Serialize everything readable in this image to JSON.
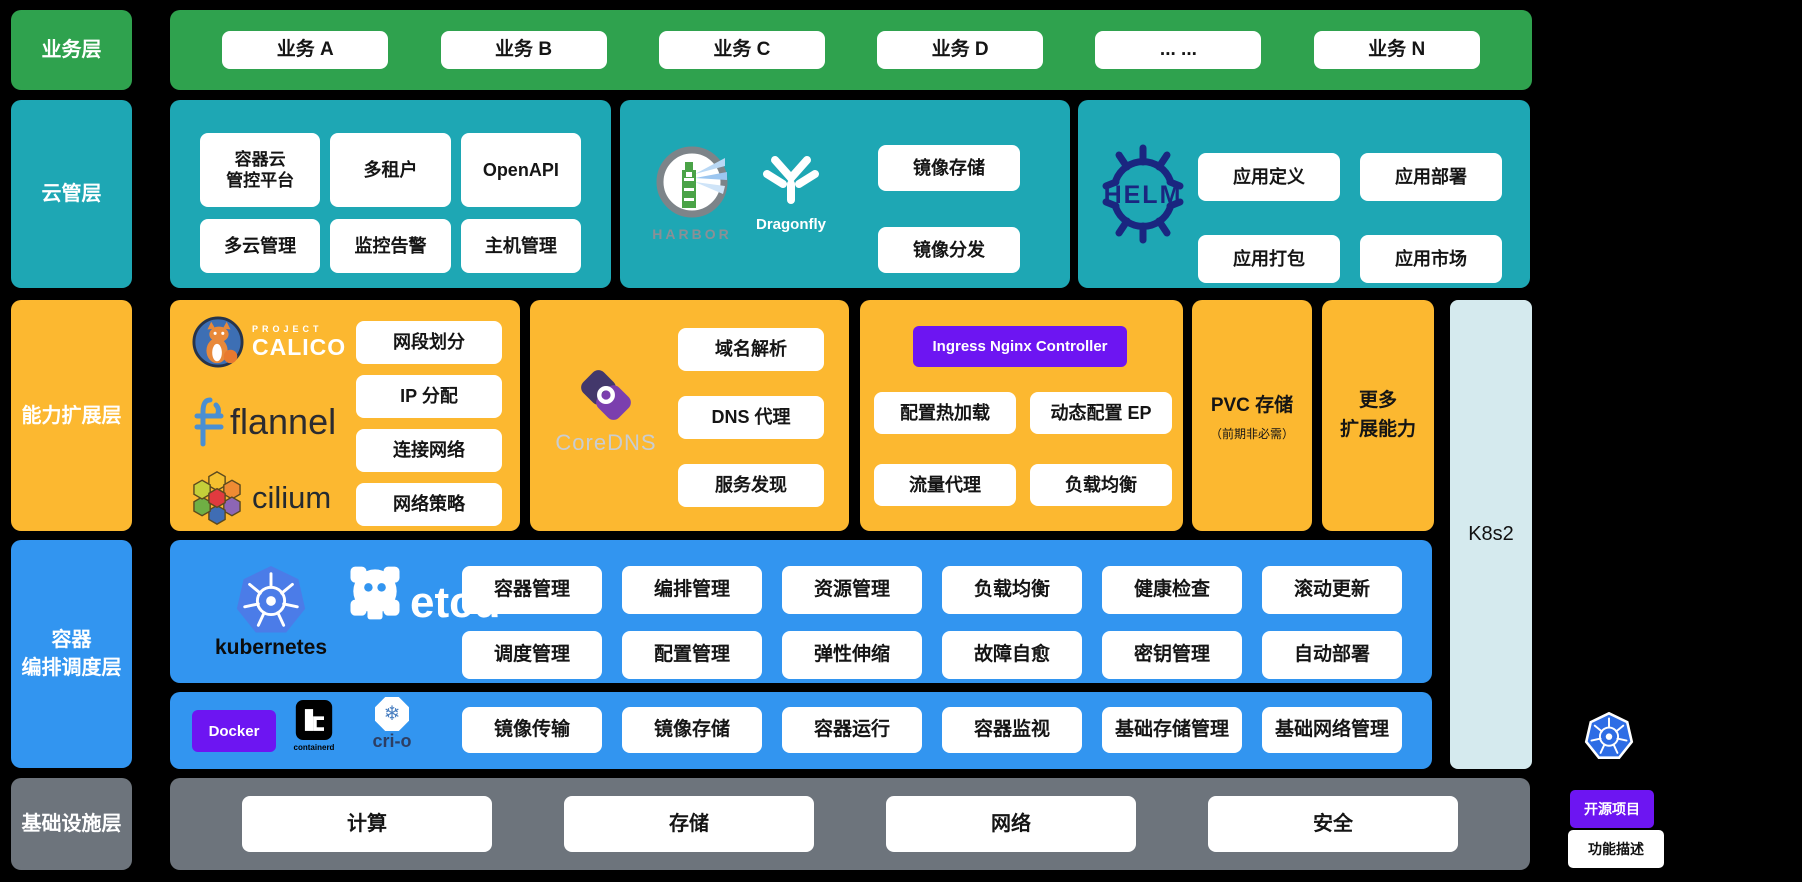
{
  "colors": {
    "green": "#2fa24e",
    "teal": "#1ea7b4",
    "orange": "#fcb830",
    "blue": "#3295f0",
    "gray": "#6d747c",
    "purple": "#6d15f2",
    "light_blue": "#d5eaee",
    "helm_navy": "#1a2680"
  },
  "layer_labels": {
    "business": "业务层",
    "cloud": "云管层",
    "extension": "能力扩展层",
    "orchestration": "容器\n编排调度层",
    "infrastructure": "基础设施层"
  },
  "business_row": {
    "items": [
      "业务 A",
      "业务 B",
      "业务 C",
      "业务 D",
      "... ...",
      "业务 N"
    ]
  },
  "cloud_row": {
    "platform_box": {
      "cells": [
        "容器云\n管控平台",
        "多租户",
        "OpenAPI",
        "多云管理",
        "监控告警",
        "主机管理"
      ]
    },
    "registry_box": {
      "harbor_label": "HARBOR",
      "dragonfly_label": "Dragonfly",
      "pills": [
        "镜像存储",
        "镜像分发"
      ]
    },
    "helm_box": {
      "helm_label": "HELM",
      "pills": [
        "应用定义",
        "应用部署",
        "应用打包",
        "应用市场"
      ]
    }
  },
  "extension_row": {
    "network_box": {
      "calico_project": "PROJECT",
      "calico_label": "CALICO",
      "flannel_label": "flannel",
      "cilium_label": "cilium",
      "pills": [
        "网段划分",
        "IP 分配",
        "连接网络",
        "网络策略"
      ]
    },
    "dns_box": {
      "coredns_label": "CoreDNS",
      "pills": [
        "域名解析",
        "DNS 代理",
        "服务发现"
      ]
    },
    "ingress_box": {
      "header": "Ingress Nginx Controller",
      "pills": [
        "配置热加载",
        "动态配置 EP",
        "流量代理",
        "负载均衡"
      ]
    },
    "pvc_box": {
      "title": "PVC 存储",
      "subtitle": "（前期非必需）"
    },
    "more_box": {
      "title": "更多\n扩展能力"
    },
    "k8s2_label": "K8s2"
  },
  "orchestration_row": {
    "core_box": {
      "kubernetes_label": "kubernetes",
      "etcd_label": "etcd",
      "pills_top": [
        "容器管理",
        "编排管理",
        "资源管理",
        "负载均衡",
        "健康检查",
        "滚动更新"
      ],
      "pills_bottom": [
        "调度管理",
        "配置管理",
        "弹性伸缩",
        "故障自愈",
        "密钥管理",
        "自动部署"
      ]
    },
    "runtime_box": {
      "docker_label": "Docker",
      "containerd_label": "containerd",
      "crio_label": "cri-o",
      "pills": [
        "镜像传输",
        "镜像存储",
        "容器运行",
        "容器监视",
        "基础存储管理",
        "基础网络管理"
      ]
    }
  },
  "infra_row": {
    "items": [
      "计算",
      "存储",
      "网络",
      "安全"
    ]
  },
  "legend": {
    "open_source": "开源项目",
    "feature_desc": "功能描述"
  }
}
